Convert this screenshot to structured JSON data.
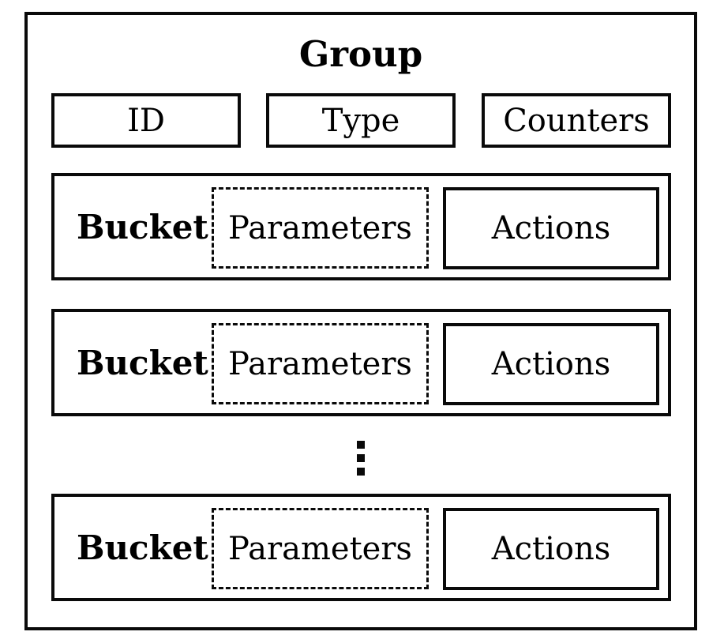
{
  "colors": {
    "border": "#0a0a0a",
    "text": "#000000",
    "background": "#ffffff"
  },
  "diagram": {
    "title": "Group",
    "header_fields": [
      {
        "label": "ID"
      },
      {
        "label": "Type"
      },
      {
        "label": "Counters"
      }
    ],
    "buckets": [
      {
        "label": "Bucket",
        "parameters_label": "Parameters",
        "actions_label": "Actions"
      },
      {
        "label": "Bucket",
        "parameters_label": "Parameters",
        "actions_label": "Actions"
      },
      {
        "label": "Bucket",
        "parameters_label": "Parameters",
        "actions_label": "Actions"
      }
    ],
    "ellipsis_icon": "vertical-ellipsis"
  }
}
